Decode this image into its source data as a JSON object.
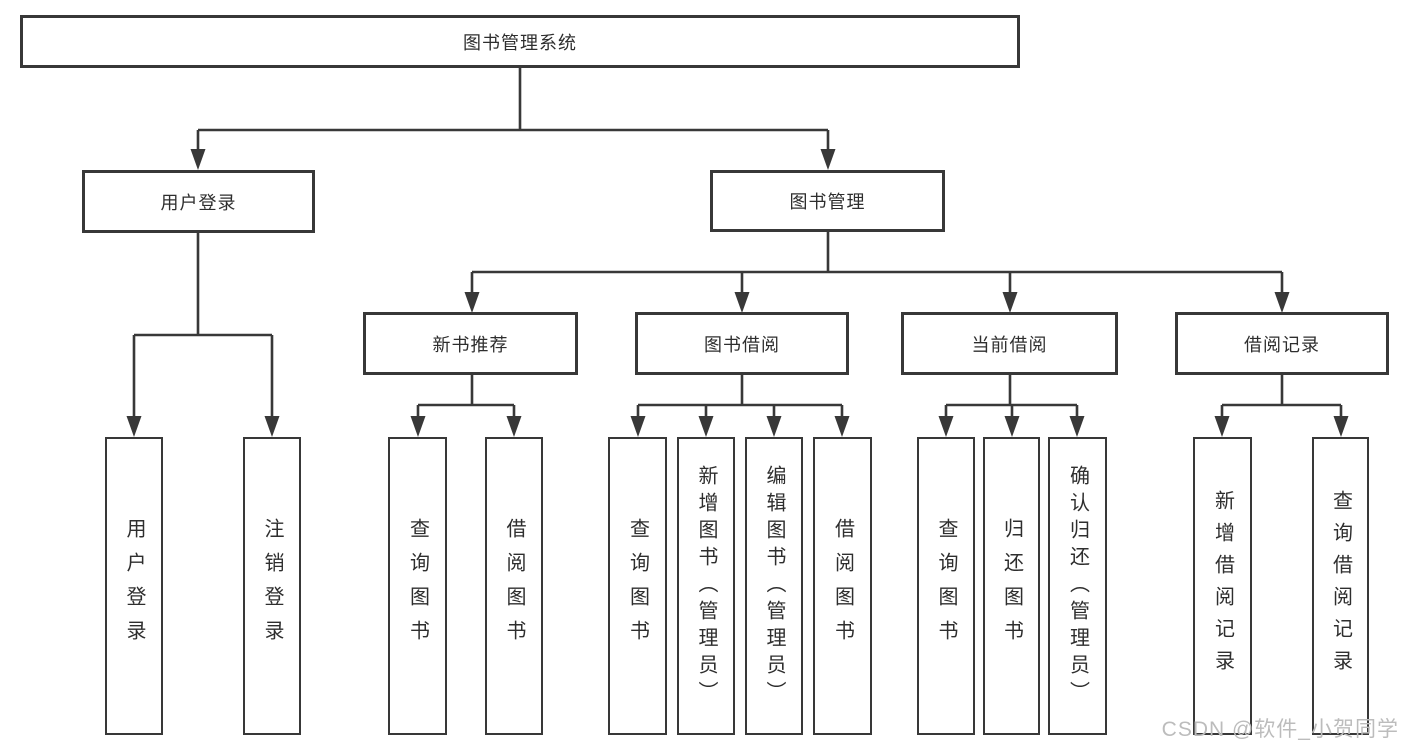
{
  "diagram": {
    "type": "tree",
    "root": {
      "label": "图书管理系统"
    },
    "branches": [
      {
        "label": "用户登录",
        "children": [
          {
            "label": "用户登录"
          },
          {
            "label": "注销登录"
          }
        ]
      },
      {
        "label": "图书管理",
        "children": [
          {
            "label": "新书推荐",
            "children": [
              {
                "label": "查询图书"
              },
              {
                "label": "借阅图书"
              }
            ]
          },
          {
            "label": "图书借阅",
            "children": [
              {
                "label": "查询图书"
              },
              {
                "label": "新增图书（管理员）"
              },
              {
                "label": "编辑图书（管理员）"
              },
              {
                "label": "借阅图书"
              }
            ]
          },
          {
            "label": "当前借阅",
            "children": [
              {
                "label": "查询图书"
              },
              {
                "label": "归还图书"
              },
              {
                "label": "确认归还（管理员）"
              }
            ]
          },
          {
            "label": "借阅记录",
            "children": [
              {
                "label": "新增借阅记录"
              },
              {
                "label": "查询借阅记录"
              }
            ]
          }
        ]
      }
    ]
  },
  "watermark": {
    "text": "CSDN @软件_小贺同学"
  },
  "colors": {
    "line": "#383838",
    "box_border": "#383838",
    "text": "#2e2e2e",
    "watermark": "#bcbcbc",
    "background": "#ffffff"
  }
}
